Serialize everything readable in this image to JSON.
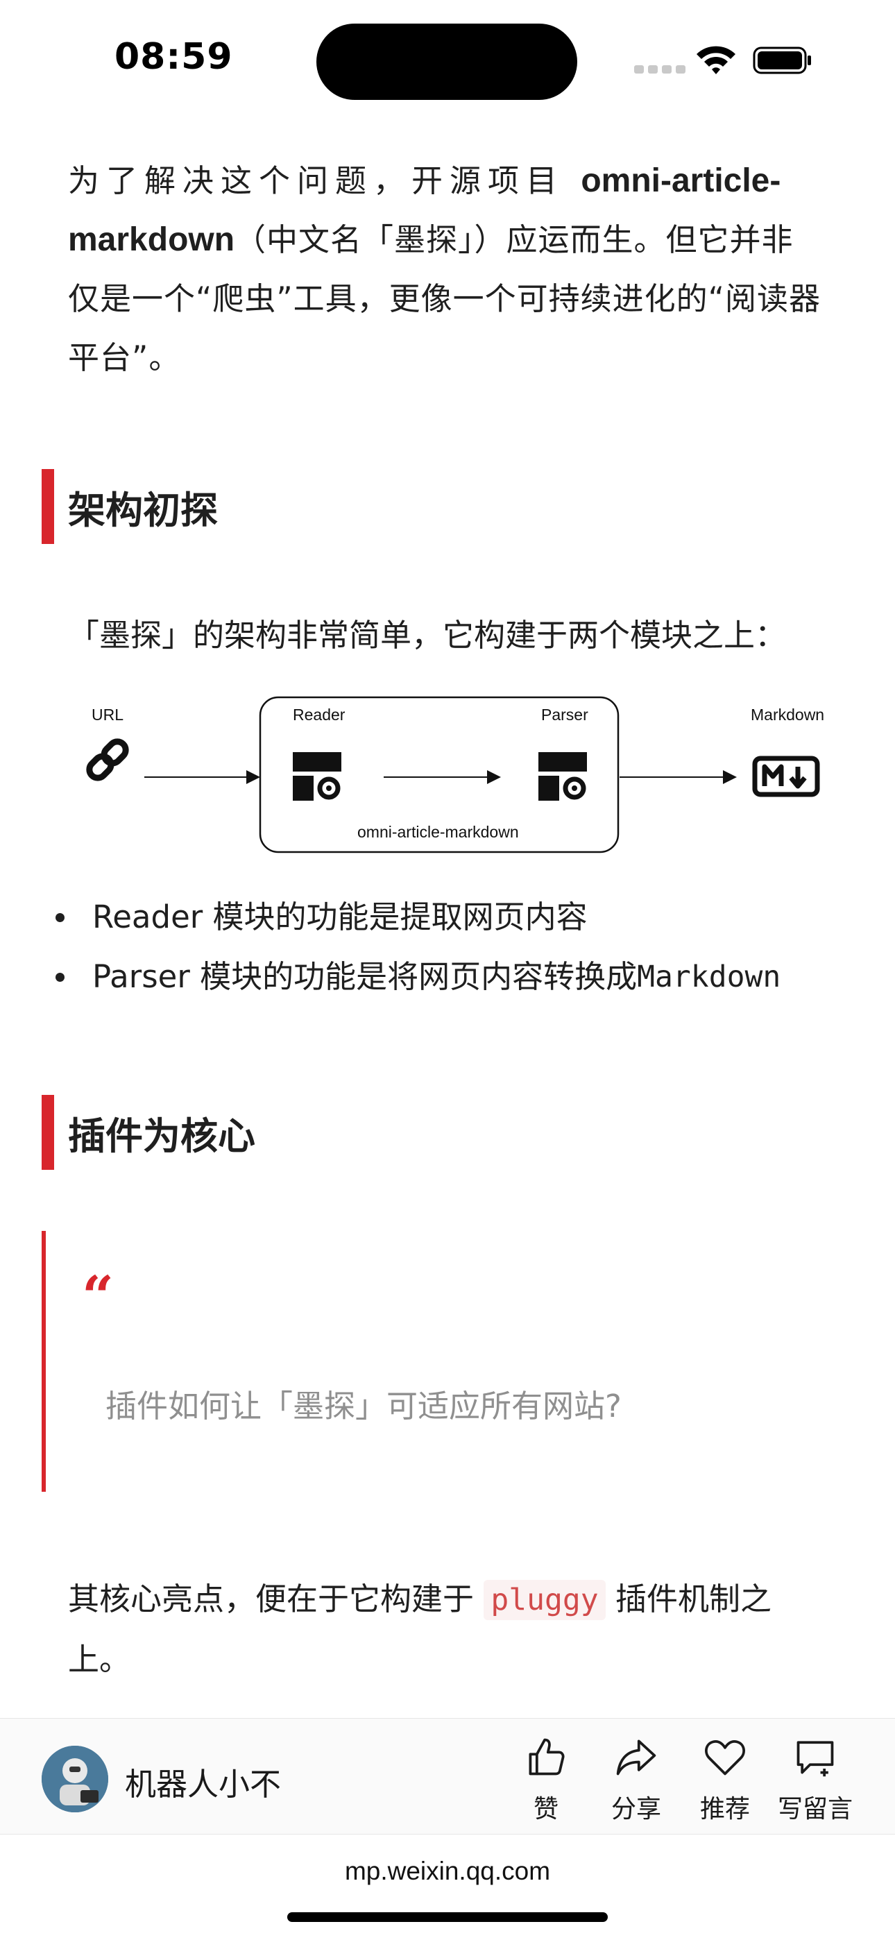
{
  "status_bar": {
    "time": "08:59"
  },
  "article": {
    "intro": {
      "line1_pre": "为了解决这个问题，开源项目 ",
      "project_part1": "omni-article-",
      "project_part2": "markdown",
      "line2_rest": "（中文名「墨探」）应运而生。但它并非",
      "line3": "仅是一个“爬虫”工具，更像一个可持续进化的“阅读器",
      "line4": "平台”。"
    },
    "section_arch": {
      "heading": "架构初探"
    },
    "arch_desc": "「墨探」的架构非常简单，它构建于两个模块之上：",
    "diagram": {
      "url_label": "URL",
      "reader_label": "Reader",
      "parser_label": "Parser",
      "markdown_label": "Markdown",
      "box_label": "omni-article-markdown"
    },
    "bullets": [
      {
        "text": "Reader 模块的功能是提取网页内容"
      },
      {
        "text": "Parser 模块的功能是将网页内容转换成",
        "code": "Markdown"
      }
    ],
    "section_plugin": {
      "heading": "插件为核心"
    },
    "quote": {
      "mark": "“",
      "text": "插件如何让「墨探」可适应所有网站?"
    },
    "core": {
      "pre": "其核心亮点，便在于它构建于 ",
      "code": "pluggy",
      "post": " 插件机制之",
      "line2": "上。"
    }
  },
  "toolbar": {
    "author": "机器人小不",
    "like": "赞",
    "share": "分享",
    "recommend": "推荐",
    "comment": "写留言"
  },
  "browser": {
    "url": "mp.weixin.qq.com"
  },
  "colors": {
    "accent": "#d8262c",
    "code_text": "#d14a4a",
    "quote_text": "#8f8f8f"
  },
  "icons": [
    "wifi-icon",
    "battery-icon",
    "link-icon",
    "module-icon",
    "markdown-icon",
    "thumbs-up-icon",
    "share-icon",
    "heart-icon",
    "comment-icon"
  ]
}
